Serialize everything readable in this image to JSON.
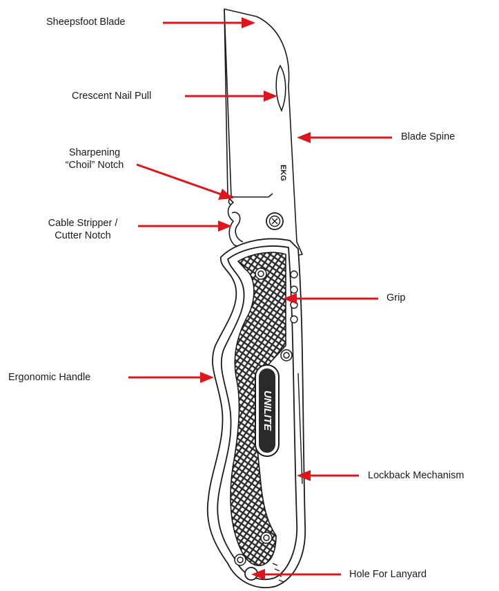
{
  "diagram": {
    "arrow_color": "#e0151b",
    "outline_color": "#1a1a1a",
    "handle_color": "#222222",
    "labels": {
      "sheepsfoot_blade": "Sheepsfoot Blade",
      "crescent_nail_pull": "Crescent Nail Pull",
      "blade_spine": "Blade Spine",
      "sharpening_line1": "Sharpening",
      "sharpening_line2": "“Choil” Notch",
      "cable_line1": "Cable Stripper /",
      "cable_line2": "Cutter Notch",
      "grip": "Grip",
      "ergonomic_handle": "Ergonomic Handle",
      "lockback_mechanism": "Lockback Mechanism",
      "hole_for_lanyard": "Hole For Lanyard"
    },
    "blade_stamp": "EKG",
    "handle_logo": "UNILITE"
  }
}
